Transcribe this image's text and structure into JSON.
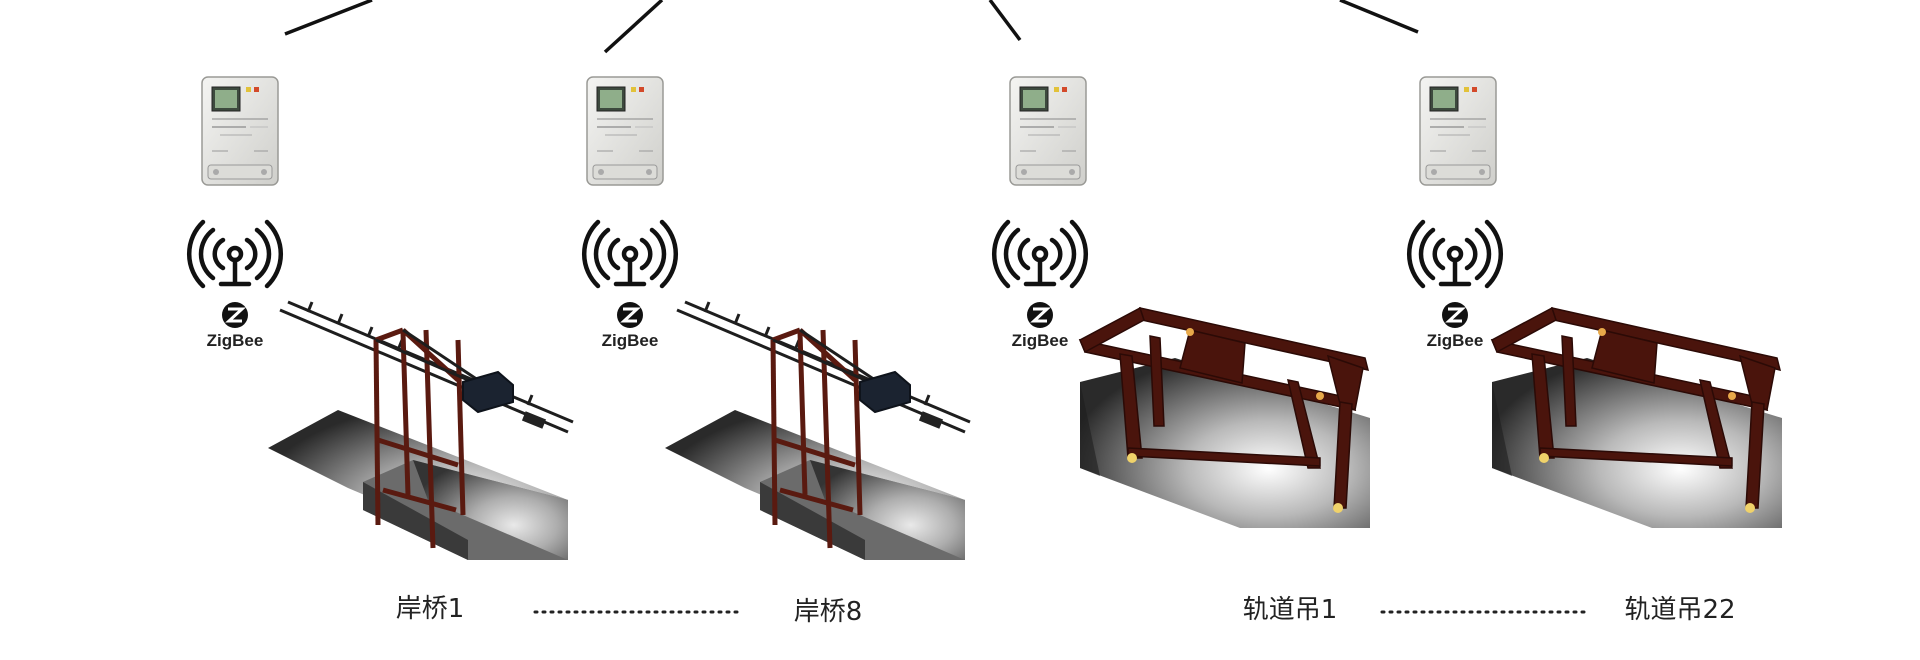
{
  "diagram": {
    "nodes": [
      {
        "id": "qc1",
        "label": "岸桥1",
        "equipment": "quay-crane",
        "link": "ZigBee"
      },
      {
        "id": "qc8",
        "label": "岸桥8",
        "equipment": "quay-crane",
        "link": "ZigBee"
      },
      {
        "id": "rmg1",
        "label": "轨道吊1",
        "equipment": "rail-gantry-crane",
        "link": "ZigBee"
      },
      {
        "id": "rmg22",
        "label": "轨道吊22",
        "equipment": "rail-gantry-crane",
        "link": "ZigBee"
      }
    ],
    "icons": {
      "meter": "electric-meter-icon",
      "antenna": "wireless-antenna-icon",
      "zigbee": "zigbee-logo-icon"
    },
    "colors": {
      "crane_frame": "#5a1a10",
      "line": "#111111"
    }
  }
}
